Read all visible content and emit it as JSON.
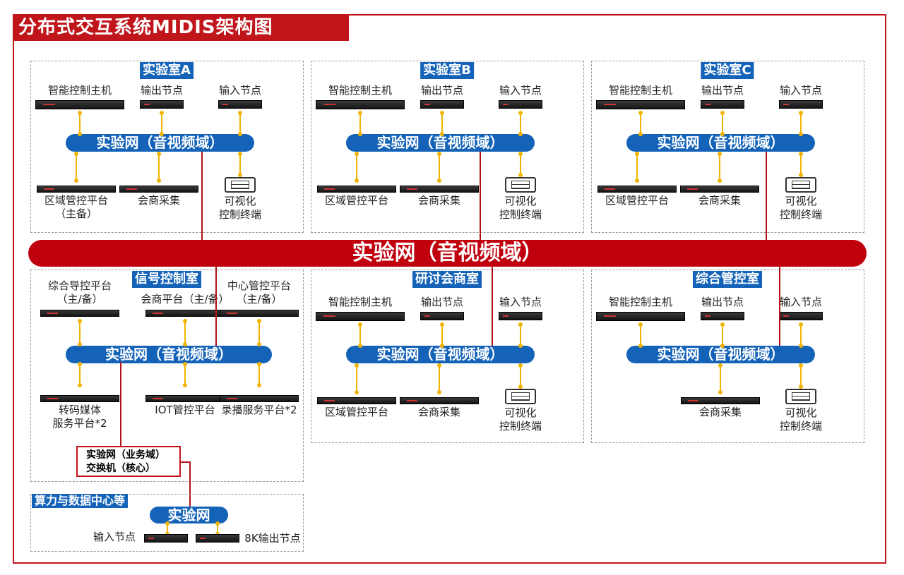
{
  "title": "分布式交互系统MIDIS架构图",
  "main_bar": "实验网（音视频域）",
  "colors": {
    "red": "#c0151b",
    "blue": "#1463b8",
    "yellow": "#f0b400"
  },
  "rooms": [
    {
      "title": "实验室A",
      "bar": "实验网（音视频域）",
      "top": [
        "智能控制主机",
        "输出节点",
        "输入节点"
      ],
      "bottom": [
        "区域管控平台\n（主备）",
        "会商采集",
        "可视化\n控制终端"
      ]
    },
    {
      "title": "实验室B",
      "bar": "实验网（音视频域）",
      "top": [
        "智能控制主机",
        "输出节点",
        "输入节点"
      ],
      "bottom": [
        "区域管控平台",
        "会商采集",
        "可视化\n控制终端"
      ]
    },
    {
      "title": "实验室C",
      "bar": "实验网（音视频域）",
      "top": [
        "智能控制主机",
        "输出节点",
        "输入节点"
      ],
      "bottom": [
        "区域管控平台",
        "会商采集",
        "可视化\n控制终端"
      ]
    },
    {
      "title": "信号控制室",
      "bar": "实验网（音视频域）",
      "top": [
        "综合导控平台\n（主/备）",
        "会商平台（主/备）",
        "中心管控平台\n（主/备）"
      ],
      "bottom": [
        "转码媒体\n服务平台*2",
        "IOT管控平台",
        "录播服务平台*2"
      ]
    },
    {
      "title": "研讨会商室",
      "bar": "实验网（音视频域）",
      "top": [
        "智能控制主机",
        "输出节点",
        "输入节点"
      ],
      "bottom": [
        "区域管控平台",
        "会商采集",
        "可视化\n控制终端"
      ]
    },
    {
      "title": "综合管控室",
      "bar": "实验网（音视频域）",
      "top": [
        "智能控制主机",
        "输出节点",
        "输入节点"
      ],
      "bottom": [
        "会商采集",
        "可视化\n控制终端"
      ]
    }
  ],
  "core_switch": "实验网（业务域）\n交换机（核心）",
  "datacenter": {
    "title": "算力与数据中心等",
    "bar": "实验网",
    "items": [
      "输入节点",
      "8K输出节点"
    ]
  }
}
